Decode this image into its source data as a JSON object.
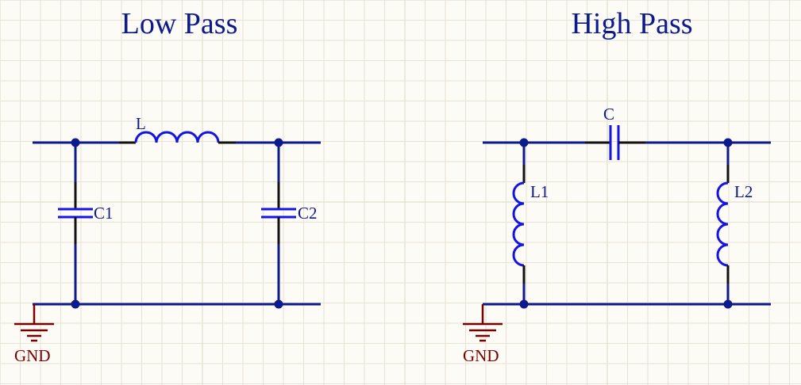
{
  "colors": {
    "background": "#fdfbf5",
    "wire": "#0d1a8c",
    "component": "#1414e6",
    "pin": "#111111",
    "ground": "#7a0000",
    "title_text": "#0d1a8c",
    "label_text": "#0d1a8c",
    "ground_text": "#7a0000"
  },
  "low_pass": {
    "title": "Low Pass",
    "inductor_label": "L",
    "capacitor_left_label": "C1",
    "capacitor_right_label": "C2",
    "ground_label": "GND"
  },
  "high_pass": {
    "title": "High Pass",
    "capacitor_label": "C",
    "inductor_left_label": "L1",
    "inductor_right_label": "L2",
    "ground_label": "GND"
  }
}
